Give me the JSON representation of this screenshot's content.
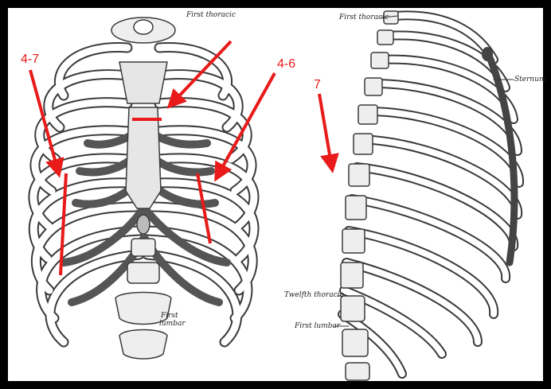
{
  "figure": {
    "front_view": {
      "labels": {
        "first_thoracic": "First thoracic",
        "first_lumbar_line1": "First",
        "first_lumbar_line2": "lumbar"
      }
    },
    "side_view": {
      "labels": {
        "first_thoracic": "First thoracic",
        "sternum": "Sternum",
        "twelfth_thoracic": "Twelfth thoracic",
        "first_lumbar": "First lumbar"
      }
    },
    "annotations": {
      "left_range": "4-7",
      "right_range": "4-6",
      "side_number": "7"
    },
    "colors": {
      "annotation": "#e81a1a",
      "frame": "#000000",
      "bone_outline": "#3a3a3a",
      "cartilage": "#555555"
    }
  }
}
